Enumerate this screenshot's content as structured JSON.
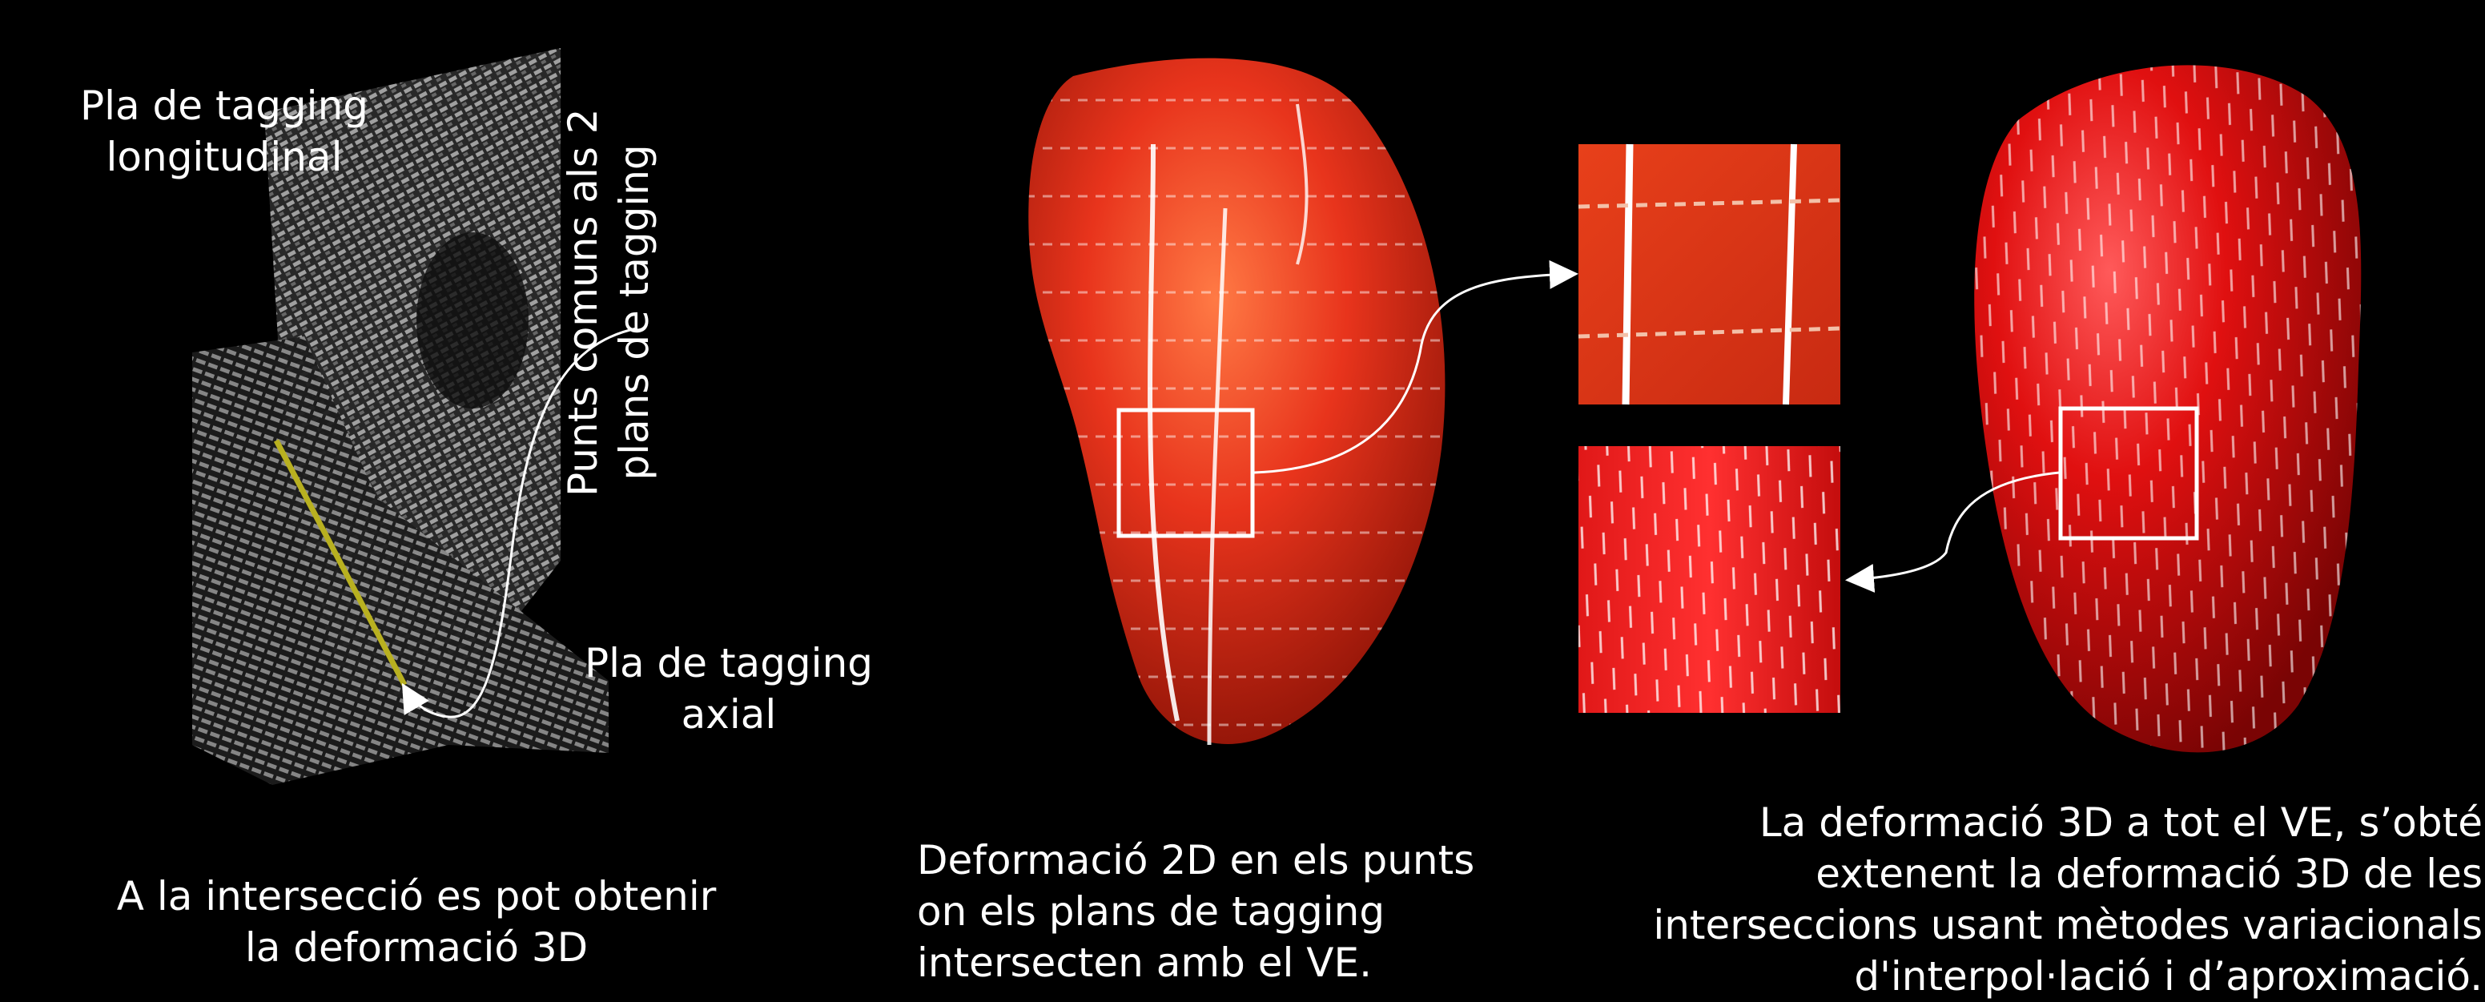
{
  "panel1": {
    "label_longitudinal": [
      "Pla de tagging",
      "longitudinal"
    ],
    "label_common_points": [
      "Punts comuns als 2",
      "plans de tagging"
    ],
    "label_axial": [
      "Pla de tagging",
      "axial"
    ],
    "caption": [
      "A la intersecció es pot obtenir",
      "la deformació 3D"
    ]
  },
  "panel2": {
    "caption": [
      "Deformació 2D en els punts",
      "on els plans de tagging",
      "intersecten amb el VE."
    ]
  },
  "panel3": {
    "caption": [
      "La deformació 3D a tot el VE, s’obté",
      "extenent la deformació 3D de les",
      "interseccions usant mètodes variacionals",
      "d'interpol·lació i d’aproximació."
    ]
  },
  "colors": {
    "background": "#000000",
    "intersection_line": "#b8b020",
    "ventricle_red": "#e8341c",
    "ventricle_dark_red": "#8a0d05"
  }
}
